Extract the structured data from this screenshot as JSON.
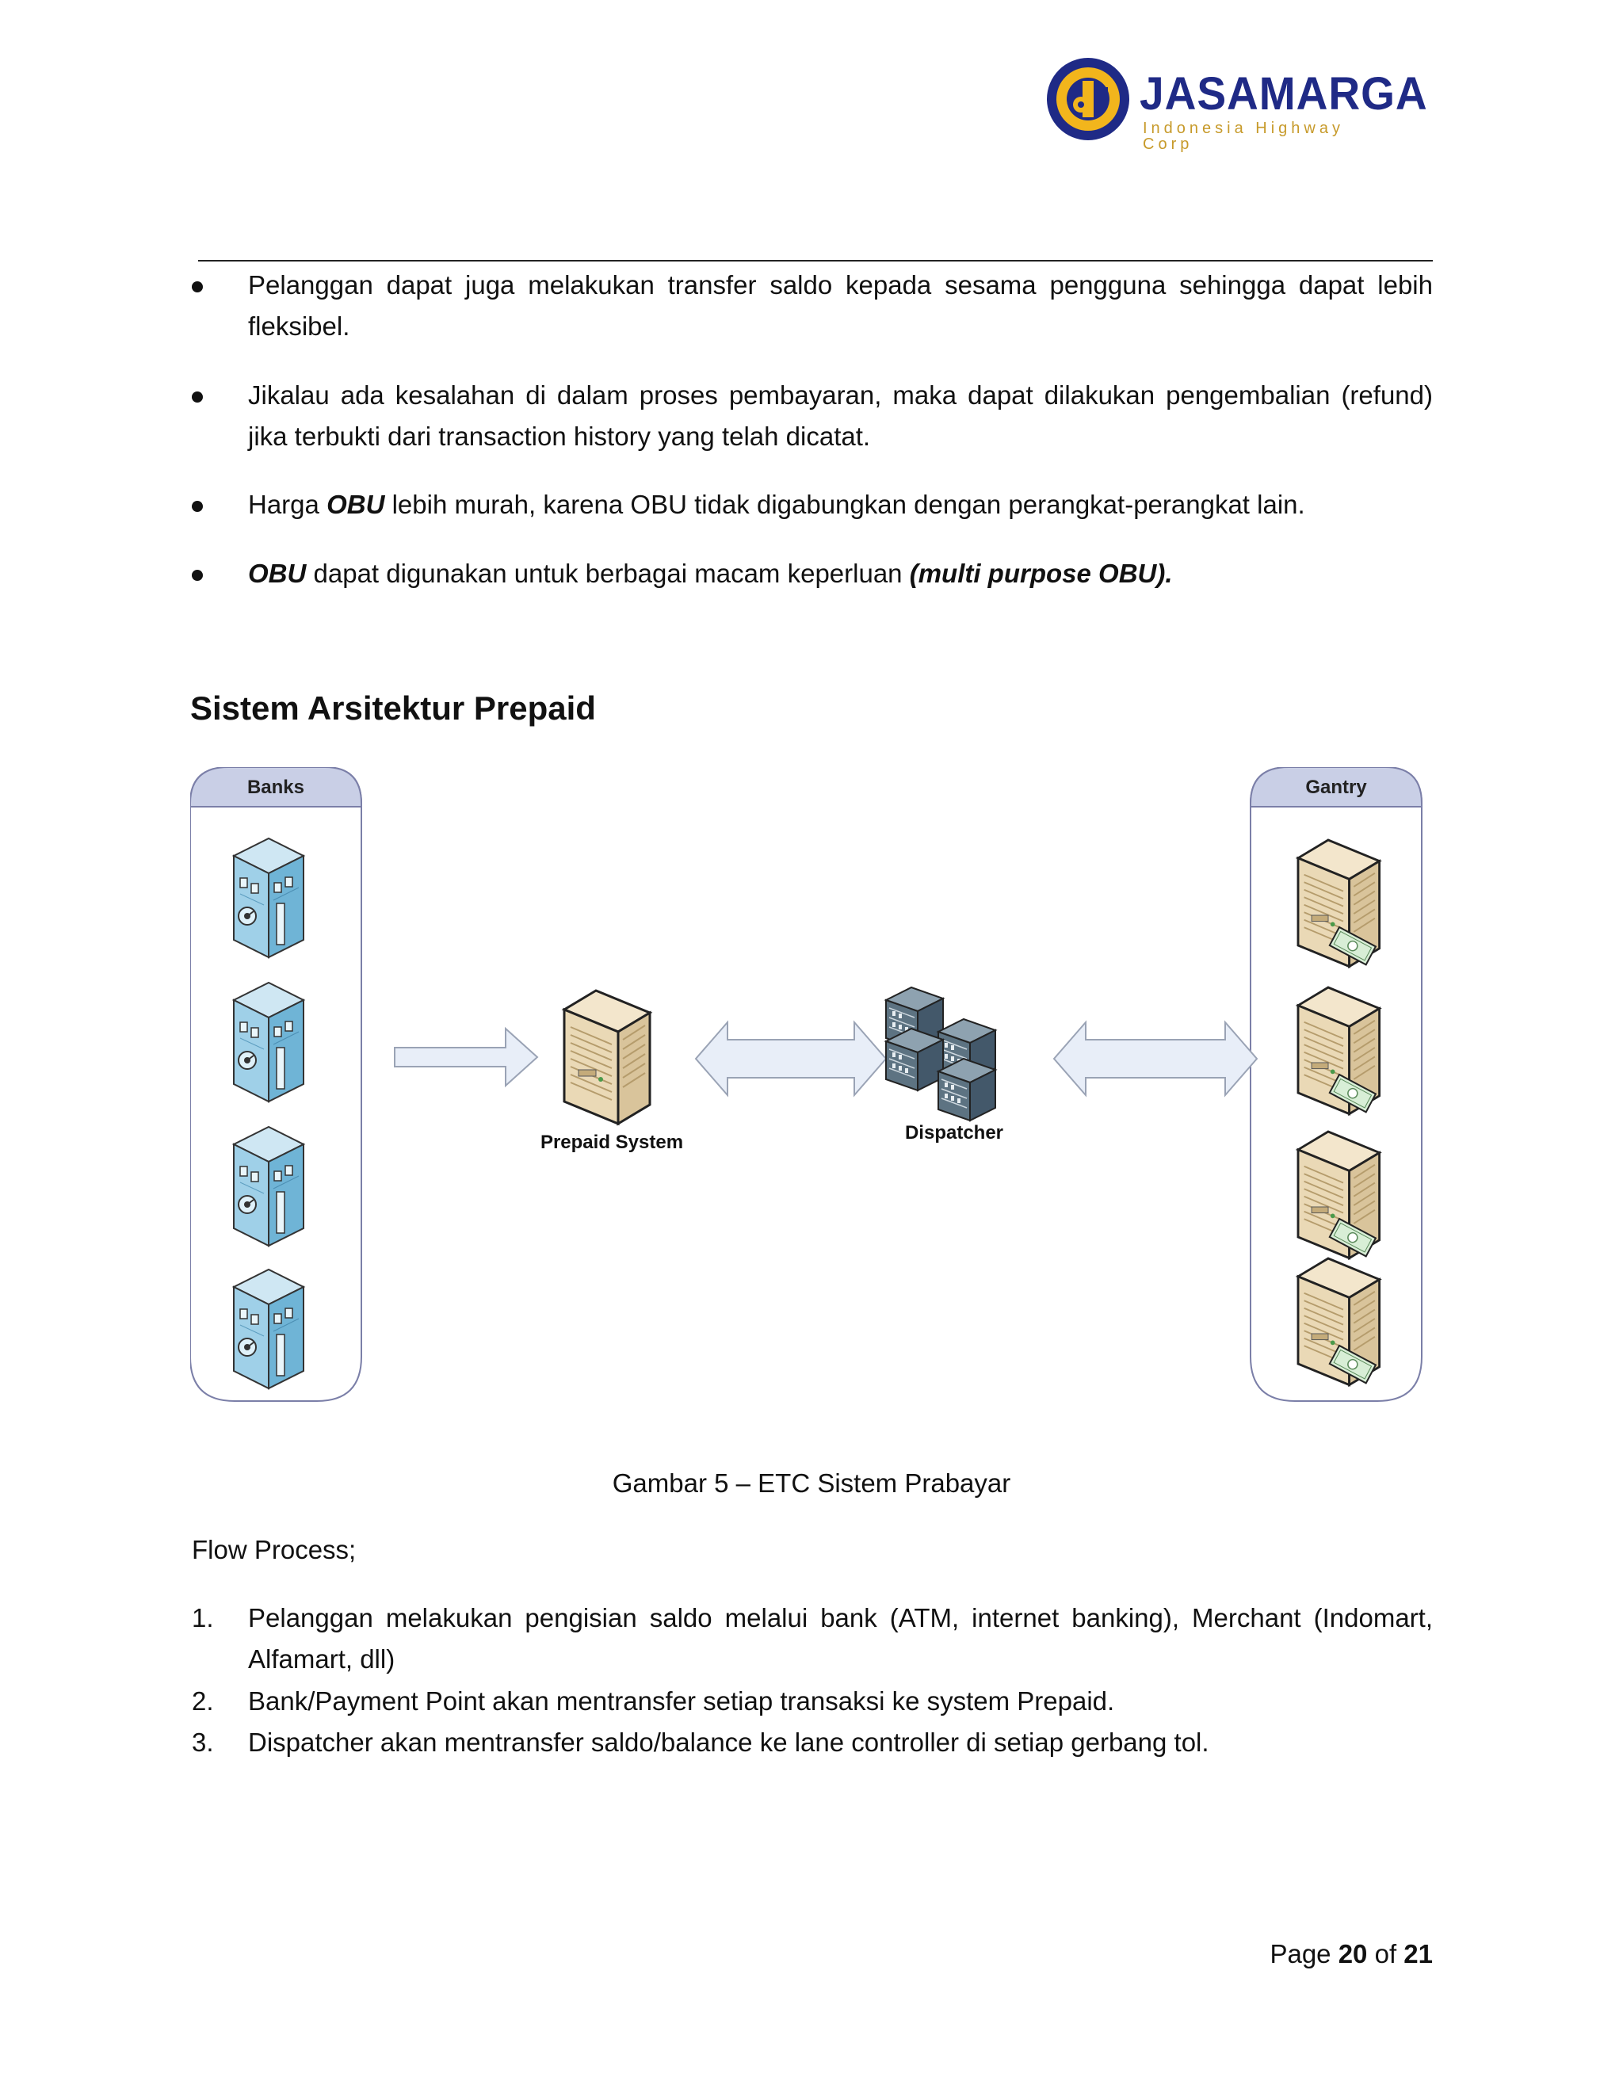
{
  "header": {
    "logo": {
      "name": "JASAMARGA",
      "tagline": "Indonesia Highway Corp",
      "colors": {
        "primary": "#1f2a86",
        "accent": "#f2b51c"
      }
    }
  },
  "bullets": [
    "Pelanggan dapat juga melakukan transfer saldo kepada sesama pengguna sehingga dapat lebih fleksibel.",
    "Jikalau ada kesalahan di dalam proses pembayaran, maka dapat dilakukan pengembalian (refund) jika terbukti dari transaction history yang telah dicatat.",
    {
      "a": "Harga ",
      "b": "OBU",
      "c": " lebih murah, karena OBU tidak digabungkan dengan perangkat-perangkat lain."
    },
    {
      "a": "OBU",
      "b": " dapat digunakan untuk berbagai macam keperluan ",
      "c": "(multi purpose OBU)."
    }
  ],
  "section": {
    "title": "Sistem Arsitektur Prepaid"
  },
  "diagram": {
    "banks_label": "Banks",
    "gantry_label": "Gantry",
    "prepaid_label": "Prepaid System",
    "dispatcher_label": "Dispatcher",
    "icons": {
      "bank": "bank-building-icon",
      "prepaid": "server-tower-icon",
      "dispatcher": "rack-server-icon",
      "gantry": "toll-server-icon"
    }
  },
  "caption": "Gambar 5 – ETC Sistem Prabayar",
  "flow": {
    "title": "Flow Process;",
    "items": [
      {
        "n": "1.",
        "text": "Pelanggan melakukan pengisian saldo melalui bank (ATM, internet banking), Merchant (Indomart, Alfamart, dll)"
      },
      {
        "n": "2.",
        "text": "Bank/Payment Point akan mentransfer setiap transaksi ke system Prepaid."
      },
      {
        "n": "3.",
        "text": "Dispatcher akan mentransfer saldo/balance ke lane controller di setiap gerbang tol."
      }
    ]
  },
  "footer": {
    "page": "Page ",
    "current": "20",
    "of": " of ",
    "total": "21"
  }
}
